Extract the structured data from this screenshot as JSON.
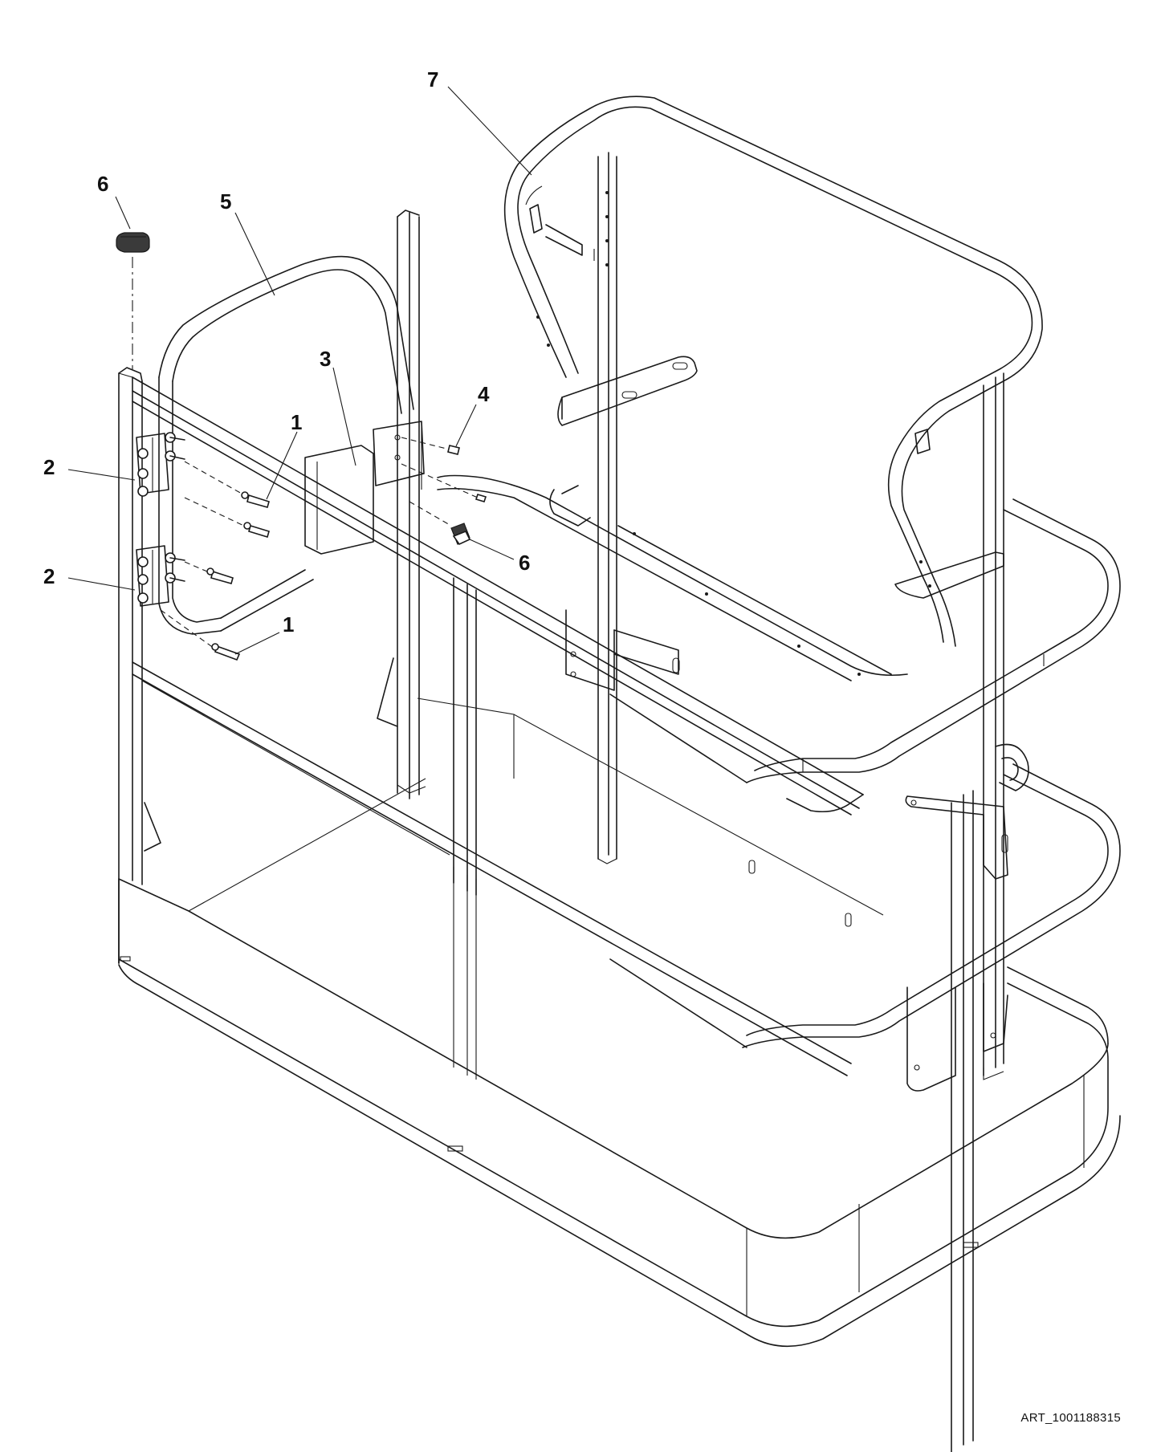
{
  "drawing": {
    "callouts": [
      {
        "id": "c1a",
        "label": "1"
      },
      {
        "id": "c1b",
        "label": "1"
      },
      {
        "id": "c2a",
        "label": "2"
      },
      {
        "id": "c2b",
        "label": "2"
      },
      {
        "id": "c3",
        "label": "3"
      },
      {
        "id": "c4",
        "label": "4"
      },
      {
        "id": "c5",
        "label": "5"
      },
      {
        "id": "c6a",
        "label": "6"
      },
      {
        "id": "c6b",
        "label": "6"
      },
      {
        "id": "c7",
        "label": "7"
      }
    ],
    "art_id": "ART_1001188315"
  }
}
